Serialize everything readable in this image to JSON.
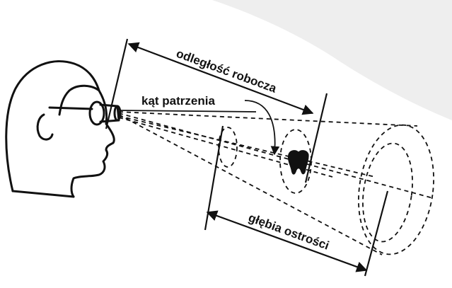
{
  "labels": {
    "working_distance": "odległość robocza",
    "viewing_angle": "kąt patrzenia",
    "depth_of_field": "głębia ostrości"
  },
  "colors": {
    "background": "#ffffff",
    "backdrop": "#eeeeee",
    "line": "#111111"
  },
  "icons": {
    "head": "head-profile-with-loupes-icon",
    "tooth": "tooth-icon"
  }
}
